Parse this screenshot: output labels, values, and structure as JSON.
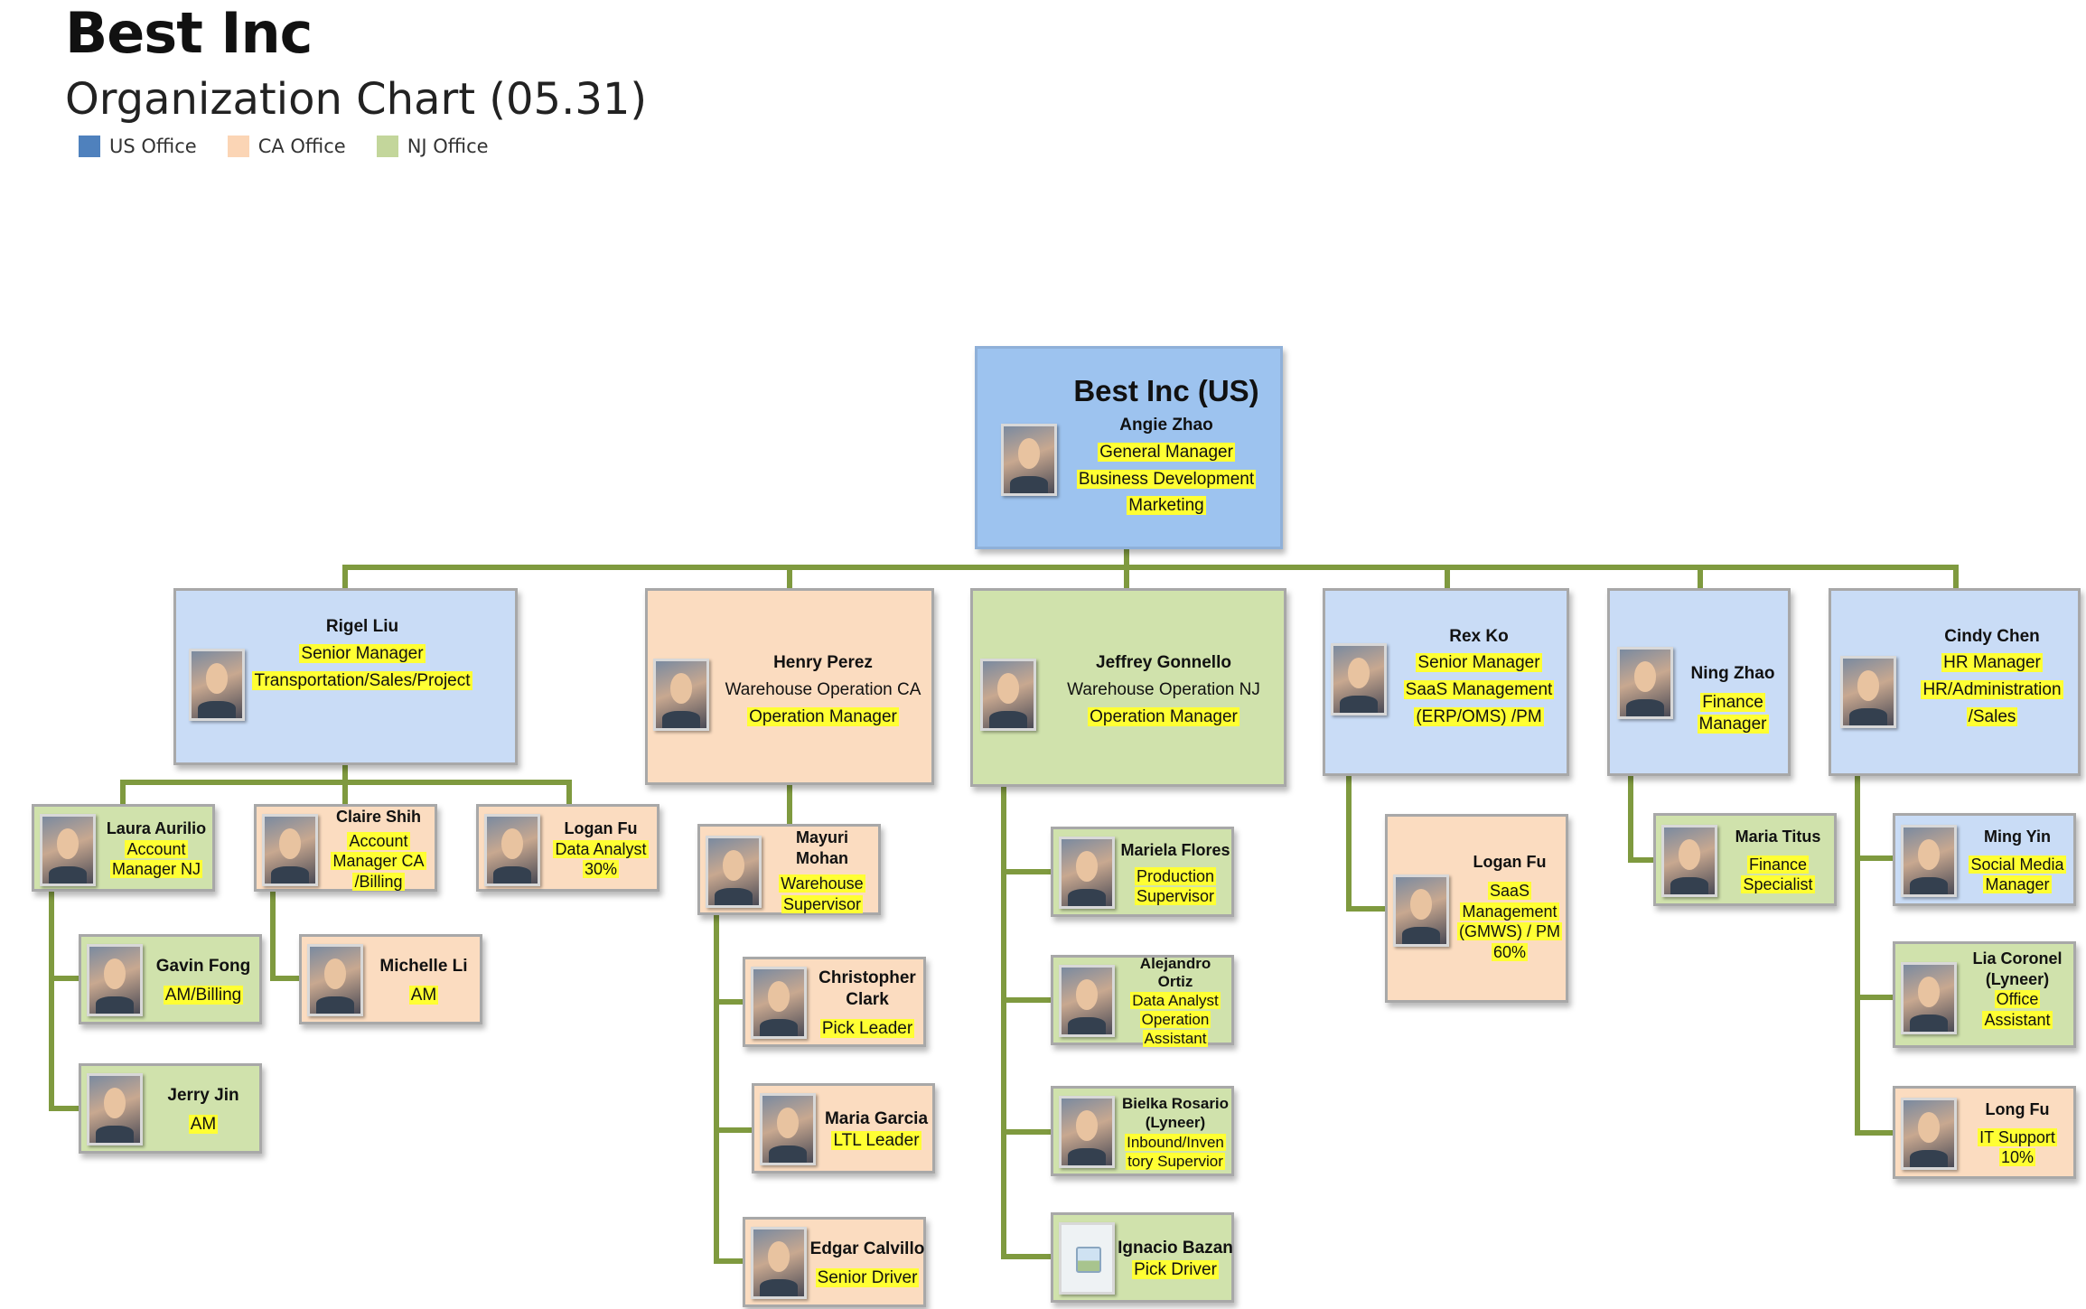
{
  "header": {
    "title": "Best Inc",
    "subtitle": "Organization Chart (05.31)"
  },
  "legend": [
    {
      "label": "US Office",
      "color": "#4f81bd"
    },
    {
      "label": "CA Office",
      "color": "#fbd5b5"
    },
    {
      "label": "NJ Office",
      "color": "#c3d69b"
    }
  ],
  "colors": {
    "us_root": "#9dc3ef",
    "us": "#c9dcf6",
    "ca": "#fbdcc0",
    "nj": "#d0e2ac",
    "connector": "#7f9a3f",
    "highlight": "#ffff33"
  },
  "root": {
    "org": "Best Inc (US)",
    "name": "Angie Zhao",
    "lines": [
      "General Manager",
      "Business Development",
      "Marketing"
    ]
  },
  "managers": {
    "rigel": {
      "name": "Rigel Liu",
      "lines": [
        "Senior Manager",
        "Transportation/Sales/Project"
      ]
    },
    "henry": {
      "name": "Henry Perez",
      "plain": "Warehouse Operation CA",
      "lines": [
        "Operation Manager"
      ]
    },
    "jeffrey": {
      "name": "Jeffrey Gonnello",
      "plain": "Warehouse Operation NJ",
      "lines": [
        "Operation Manager"
      ]
    },
    "rex": {
      "name": "Rex Ko",
      "lines": [
        "Senior Manager",
        "SaaS Management",
        "(ERP/OMS) /PM"
      ]
    },
    "ning": {
      "name": "Ning Zhao",
      "lines": [
        "Finance",
        "Manager"
      ]
    },
    "cindy": {
      "name": "Cindy Chen",
      "lines": [
        "HR Manager",
        "HR/Administration",
        "/Sales"
      ]
    }
  },
  "staff": {
    "laura": {
      "name": "Laura Aurilio",
      "lines": [
        "Account",
        "Manager NJ"
      ]
    },
    "claire": {
      "name": "Claire Shih",
      "lines": [
        "Account",
        "Manager CA",
        "/Billing"
      ]
    },
    "logan1": {
      "name": "Logan Fu",
      "lines": [
        "Data Analyst",
        "30%"
      ]
    },
    "gavin": {
      "name": "Gavin Fong",
      "lines": [
        "AM/Billing"
      ]
    },
    "michelle": {
      "name": "Michelle Li",
      "lines": [
        "AM"
      ]
    },
    "jerry": {
      "name": "Jerry Jin",
      "lines": [
        "AM"
      ]
    },
    "mayuri": {
      "name_lines": [
        "Mayuri",
        "Mohan"
      ],
      "lines": [
        "Warehouse",
        "Supervisor"
      ]
    },
    "christopher": {
      "name_lines": [
        "Christopher",
        "Clark"
      ],
      "lines": [
        "Pick Leader"
      ]
    },
    "mariag": {
      "name": "Maria Garcia",
      "lines": [
        "LTL Leader"
      ]
    },
    "edgar": {
      "name": "Edgar Calvillo",
      "lines": [
        "Senior Driver"
      ]
    },
    "mariela": {
      "name": "Mariela Flores",
      "lines": [
        "Production",
        "Supervisor"
      ]
    },
    "alejandro": {
      "name_lines": [
        "Alejandro",
        "Ortiz"
      ],
      "lines": [
        "Data Analyst",
        "Operation",
        "Assistant"
      ]
    },
    "bielka": {
      "name_lines": [
        "Bielka Rosario",
        "(Lyneer)"
      ],
      "lines": [
        "Inbound/Inven",
        "tory Supervior"
      ]
    },
    "ignacio": {
      "name": "Ignacio Bazan",
      "lines": [
        "Pick Driver"
      ]
    },
    "logan2": {
      "name": "Logan Fu",
      "lines": [
        "SaaS",
        "Management",
        "(GMWS) / PM",
        "60%"
      ]
    },
    "mariat": {
      "name": "Maria Titus",
      "lines": [
        "Finance",
        "Specialist"
      ]
    },
    "ming": {
      "name": "Ming Yin",
      "lines": [
        "Social Media",
        "Manager"
      ]
    },
    "lia": {
      "name_lines": [
        "Lia Coronel",
        "(Lyneer)"
      ],
      "lines": [
        "Office",
        "Assistant"
      ]
    },
    "long": {
      "name": "Long Fu",
      "lines": [
        "IT Support",
        "10%"
      ]
    }
  }
}
